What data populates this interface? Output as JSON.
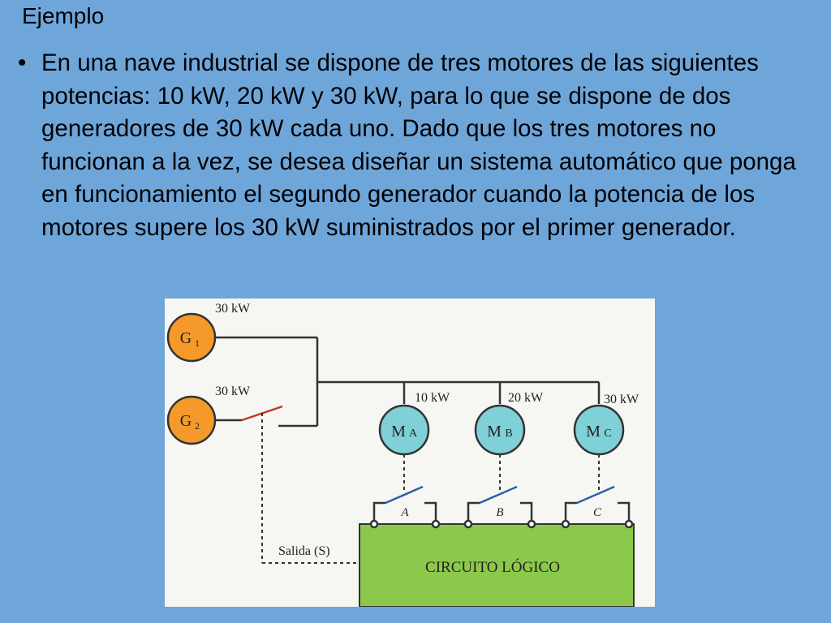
{
  "slide": {
    "title": "Ejemplo",
    "bullet": "•",
    "body": "En una nave industrial se dispone de tres motores de las siguientes potencias: 10 kW, 20 kW y 30 kW, para lo que se dispone de dos generadores de 30 kW cada uno. Dado que los tres motores no funcionan a la vez, se desea diseñar un sistema automático que ponga en funcionamiento el segundo generador cuando la potencia de los motores supere los 30 kW suministrados por el primer generador."
  },
  "diagram": {
    "generators": [
      {
        "letter": "G",
        "sub": "1",
        "power": "30 kW"
      },
      {
        "letter": "G",
        "sub": "2",
        "power": "30 kW"
      }
    ],
    "motors": [
      {
        "letter": "M",
        "sub": "A",
        "power": "10 kW",
        "switch": "A"
      },
      {
        "letter": "M",
        "sub": "B",
        "power": "20 kW",
        "switch": "B"
      },
      {
        "letter": "M",
        "sub": "C",
        "power": "30 kW",
        "switch": "C"
      }
    ],
    "output_label": "Salida (S)",
    "logic_label": "CIRCUITO LÓGICO",
    "colors": {
      "background": "#6fa6da",
      "generator": "#f59a2a",
      "motor": "#7fd1d7",
      "logic_box": "#8cc84b",
      "figure_bg": "#f6f6f2"
    }
  }
}
